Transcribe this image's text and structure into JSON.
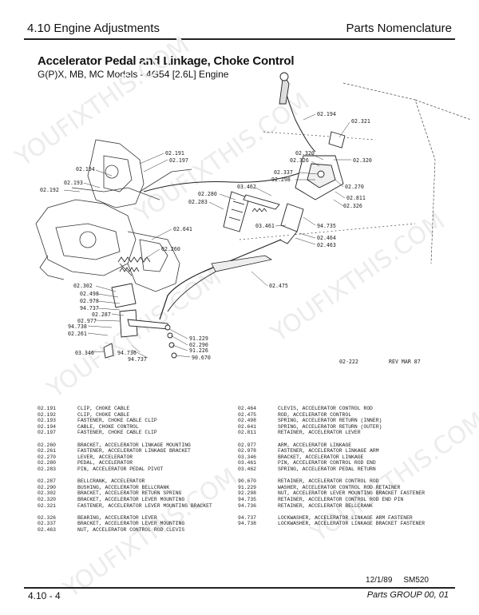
{
  "header": {
    "left": "4.10 Engine Adjustments",
    "right": "Parts Nomenclature"
  },
  "title": "Accelerator Pedal and Linkage, Choke Control",
  "subtitle": "G(P)X, MB, MC Models - 4G54 [2.6L] Engine",
  "diagram": {
    "callouts": [
      "02.194",
      "02.321",
      "02.320",
      "02.326",
      "02.320",
      "02.337",
      "92.298",
      "02.270",
      "02.811",
      "02.326",
      "02.191",
      "02.197",
      "02.194",
      "02.193",
      "02.192",
      "03.462",
      "02.280",
      "02.283",
      "94.735",
      "03.461",
      "02.464",
      "02.463",
      "02.641",
      "02.260",
      "02.475",
      "02.302",
      "02.498",
      "02.978",
      "94.737",
      "02.287",
      "02.977",
      "94.738",
      "02.261",
      "03.346",
      "94.736",
      "94.737",
      "91.229",
      "02.290",
      "91.226",
      "90.670"
    ],
    "figure_code": "02-222",
    "revision": "REV MAR 87"
  },
  "parts_left": [
    [
      [
        "02.191",
        "CLIP, CHOKE CABLE"
      ],
      [
        "02.192",
        "CLIP, CHOKE CABLE"
      ],
      [
        "02.193",
        "FASTENER, CHOKE CABLE CLIP"
      ],
      [
        "02.194",
        "CABLE, CHOKE CONTROL"
      ],
      [
        "02.197",
        "FASTENER, CHOKE CABLE CLIP"
      ]
    ],
    [
      [
        "02.260",
        "BRACKET, ACCELERATOR LINKAGE MOUNTING"
      ],
      [
        "02.261",
        "FASTENER, ACCELERATOR LINKAGE BRACKET"
      ],
      [
        "02.270",
        "LEVER, ACCELERATOR"
      ],
      [
        "02.280",
        "PEDAL, ACCELERATOR"
      ],
      [
        "02.283",
        "PIN, ACCELERATOR PEDAL PIVOT"
      ]
    ],
    [
      [
        "02.287",
        "BELLCRANK, ACCELERATOR"
      ],
      [
        "02.290",
        "BUSHING, ACCELERATOR BELLCRANK"
      ],
      [
        "02.302",
        "BRACKET, ACCELERATOR RETURN SPRING"
      ],
      [
        "02.320",
        "BRACKET, ACCELERATOR LEVER MOUNTING"
      ],
      [
        "02.321",
        "FASTENER, ACCELERATOR LEVER MOUNTING BRACKET"
      ]
    ],
    [
      [
        "02.326",
        "BEARING, ACCELERATOR LEVER"
      ],
      [
        "02.337",
        "BRACKET, ACCELERATOR LEVER MOUNTING"
      ],
      [
        "02.463",
        "NUT, ACCELERATOR CONTROL ROD CLEVIS"
      ]
    ]
  ],
  "parts_right": [
    [
      [
        "02.464",
        "CLEVIS, ACCELERATOR CONTROL ROD"
      ],
      [
        "02.475",
        "ROD, ACCELERATOR CONTROL"
      ],
      [
        "02.498",
        "SPRING, ACCELERATOR RETURN (INNER)"
      ],
      [
        "02.641",
        "SPRING, ACCELERATOR RETURN (OUTER)"
      ],
      [
        "02.811",
        "RETAINER, ACCELERATOR LEVER"
      ]
    ],
    [
      [
        "02.977",
        "ARM, ACCELERATOR LINKAGE"
      ],
      [
        "02.978",
        "FASTENER, ACCELERATOR LINKAGE ARM"
      ],
      [
        "03.346",
        "BRACKET, ACCELERATOR LINKAGE"
      ],
      [
        "03.461",
        "PIN, ACCELERATOR CONTROL ROD END"
      ],
      [
        "03.462",
        "SPRING, ACCELERATOR PEDAL RETURN"
      ]
    ],
    [
      [
        "90.670",
        "RETAINER, ACCELERATOR CONTROL ROD"
      ],
      [
        "91.229",
        "WASHER, ACCELERATOR CONTROL ROD RETAINER"
      ],
      [
        "92.298",
        "NUT, ACCELERATOR LEVER MOUNTING BRACKET FASTENER"
      ],
      [
        "94.735",
        "RETAINER, ACCELERATOR CONTROL ROD END PIN"
      ],
      [
        "94.736",
        "RETAINER, ACCELERATOR BELLCRANK"
      ]
    ],
    [
      [
        "94.737",
        "LOCKWASHER, ACCELERATOR LINKAGE ARM FASTENER"
      ],
      [
        "94.738",
        "LOCKWASHER, ACCELERATOR LINKAGE BRACKET FASTENER"
      ]
    ]
  ],
  "footer": {
    "date": "12/1/89",
    "doc": "SM520",
    "page": "4.10 - 4",
    "group": "Parts GROUP 00, 01"
  },
  "watermark": "YOUFIXTHIS.COM"
}
